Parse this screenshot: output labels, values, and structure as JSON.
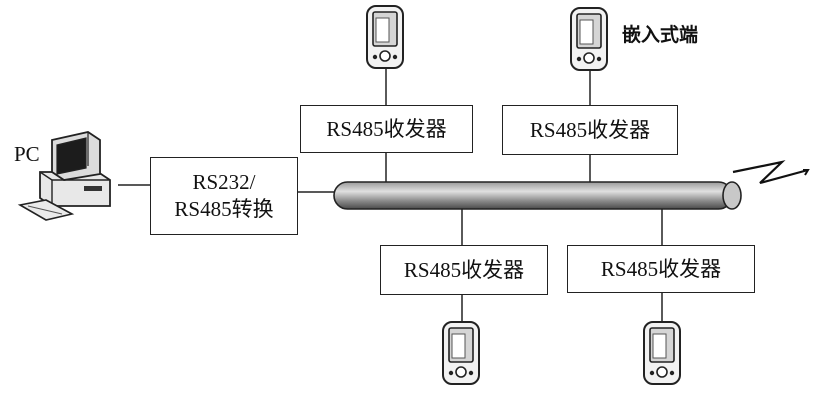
{
  "pc_label": "PC",
  "embedded_label": "嵌入式端",
  "converter": {
    "line1": "RS232/",
    "line2": "RS485转换"
  },
  "transceivers": [
    {
      "label": "RS485收发器"
    },
    {
      "label": "RS485收发器"
    },
    {
      "label": "RS485收发器"
    },
    {
      "label": "RS485收发器"
    }
  ],
  "icons": {
    "computer": "desktop-pc-icon",
    "handheld": "pda-device-icon",
    "wireless": "lightning-wireless-icon"
  },
  "colors": {
    "line": "#222222",
    "bus_fill_dark": "#555555",
    "bus_fill_light": "#c8c8c8",
    "device_fill": "#f2f2f2"
  }
}
